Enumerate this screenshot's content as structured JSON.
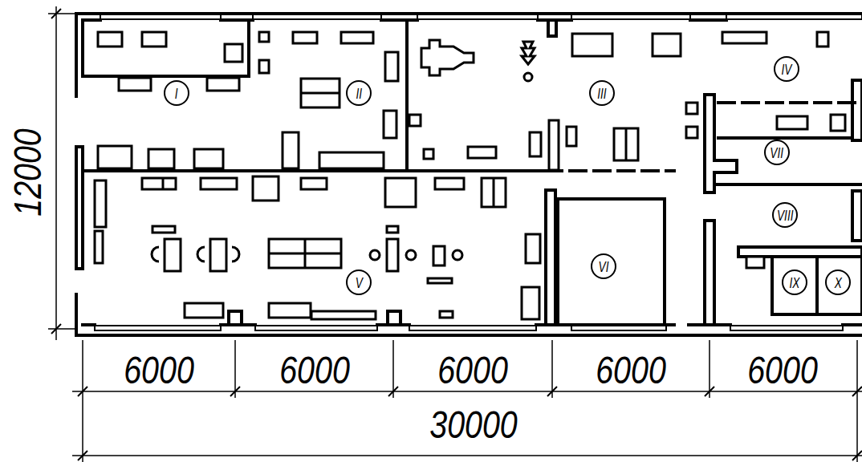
{
  "diagram": {
    "nodes": [
      {
        "text": [
          "I"
        ]
      },
      {
        "text": [
          "II"
        ]
      },
      {
        "text": [
          "III"
        ]
      },
      {
        "text": [
          "IV"
        ]
      },
      {
        "text": [
          "V"
        ]
      },
      {
        "text": [
          "VI"
        ]
      },
      {
        "text": [
          "VII"
        ]
      },
      {
        "text": [
          "VIII"
        ]
      },
      {
        "text": [
          "IX"
        ]
      },
      {
        "text": [
          "X"
        ]
      }
    ],
    "labels": [
      "12000",
      "6000",
      "6000",
      "6000",
      "6000",
      "6000",
      "30000"
    ]
  }
}
